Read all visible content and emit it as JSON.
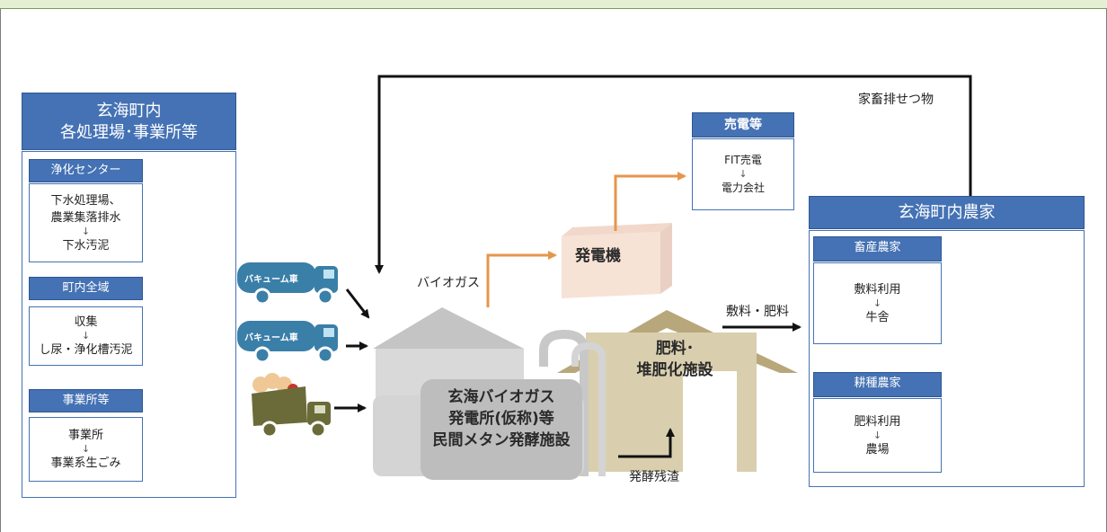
{
  "left_panel": {
    "title_line1": "玄海町内",
    "title_line2": "各処理場･事業所等",
    "groups": [
      {
        "head": "浄化センター",
        "line1": "下水処理場、",
        "line2": "農業集落排水",
        "arrow": "↓",
        "line3": "下水汚泥"
      },
      {
        "head": "町内全域",
        "line1": "収集",
        "arrow": "↓",
        "line2": "し尿・浄化槽汚泥"
      },
      {
        "head": "事業所等",
        "line1": "事業所",
        "arrow": "↓",
        "line2": "事業系生ごみ"
      }
    ]
  },
  "trucks": {
    "vacuum_label": "バキューム車"
  },
  "center": {
    "biogas_label": "バイオガス",
    "generator_label": "発電機",
    "plant_line1": "玄海バイオガス",
    "plant_line2": "発電所(仮称)等",
    "plant_line3": "民間メタン発酵施設",
    "fertilizer_line1": "肥料･",
    "fertilizer_line2": "堆肥化施設",
    "residue_label": "発酵残渣",
    "feed_label": "敷料・肥料",
    "manure_label": "家畜排せつ物"
  },
  "sale_box": {
    "head": "売電等",
    "line1": "FIT売電",
    "arrow": "↓",
    "line2": "電力会社"
  },
  "right_panel": {
    "title": "玄海町内農家",
    "groups": [
      {
        "head": "畜産農家",
        "line1": "敷料利用",
        "arrow": "↓",
        "line2": "牛舎"
      },
      {
        "head": "耕種農家",
        "line1": "肥料利用",
        "arrow": "↓",
        "line2": "農場"
      }
    ]
  },
  "colors": {
    "accent_blue": "#4472b4",
    "orange_arrow": "#e6964a",
    "gray_building": "#cfcfcf",
    "khaki": "#b7a77a"
  }
}
